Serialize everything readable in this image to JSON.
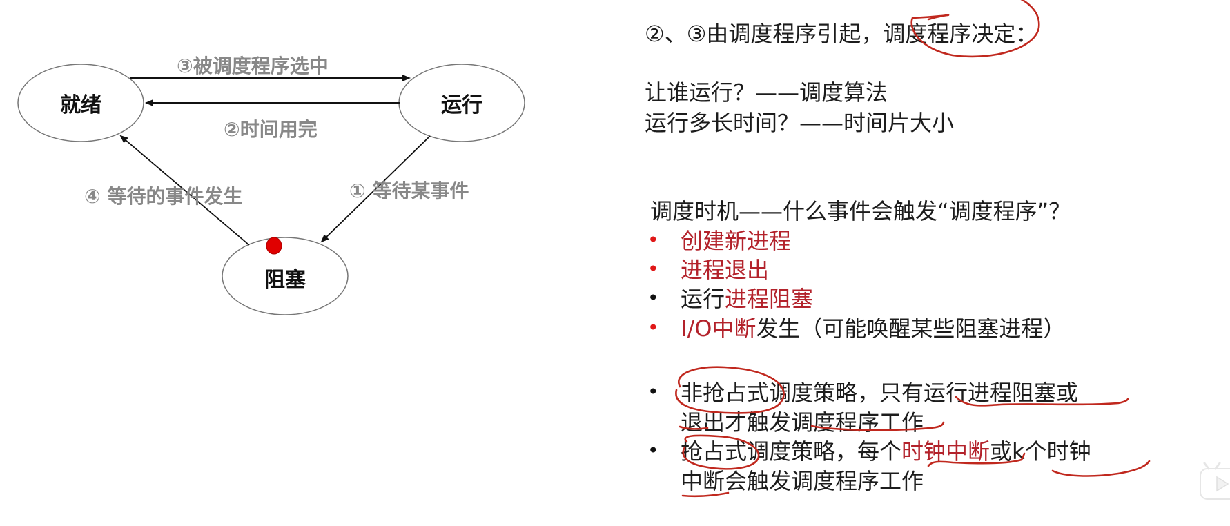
{
  "diagram": {
    "nodes": [
      {
        "id": "ready",
        "label": "就绪"
      },
      {
        "id": "running",
        "label": "运行"
      },
      {
        "id": "blocked",
        "label": "阻塞"
      }
    ],
    "edges": [
      {
        "id": "e3",
        "from": "ready",
        "to": "running",
        "label": "③被调度程序选中"
      },
      {
        "id": "e2",
        "from": "running",
        "to": "ready",
        "label": "②时间用完"
      },
      {
        "id": "e1",
        "from": "running",
        "to": "blocked",
        "label": "① 等待某事件"
      },
      {
        "id": "e4",
        "from": "blocked",
        "to": "ready",
        "label": "④ 等待的事件发生"
      }
    ],
    "marker_color": "#e00000"
  },
  "notes": {
    "line1": "②、③由调度程序引起，调度程序决定：",
    "line2": "让谁运行？——调度算法",
    "line3": "运行多长时间？——时间片大小",
    "timing_heading": "调度时机——什么事件会触发“调度程序”？",
    "triggers": [
      {
        "parts": [
          {
            "text": "创建新进程",
            "color": "red"
          }
        ],
        "bullet": "red"
      },
      {
        "parts": [
          {
            "text": "进程退出",
            "color": "red"
          }
        ],
        "bullet": "red"
      },
      {
        "parts": [
          {
            "text": "运行",
            "color": "black"
          },
          {
            "text": "进程阻塞",
            "color": "red"
          }
        ],
        "bullet": "black"
      },
      {
        "parts": [
          {
            "text": "I/O中断",
            "color": "red"
          },
          {
            "text": "发生（可能唤醒某些阻塞进程）",
            "color": "black"
          }
        ],
        "bullet": "red"
      }
    ],
    "policies": [
      {
        "line_a": "非抢占式调度策略，只有运行进程阻塞或",
        "line_b": "退出才触发调度程序工作"
      },
      {
        "line_a_pre": "抢占式调度策略，每个",
        "line_a_red": "时钟中断",
        "line_a_post": "或k个时钟",
        "line_b": "中断会触发调度程序工作"
      }
    ]
  },
  "colors": {
    "accent_red": "#b3222b",
    "bullet_red": "#e01818",
    "annotation_red": "#c0281e",
    "edge_label_gray": "#888888"
  },
  "watermark": {
    "icon": "tv-play-icon"
  }
}
